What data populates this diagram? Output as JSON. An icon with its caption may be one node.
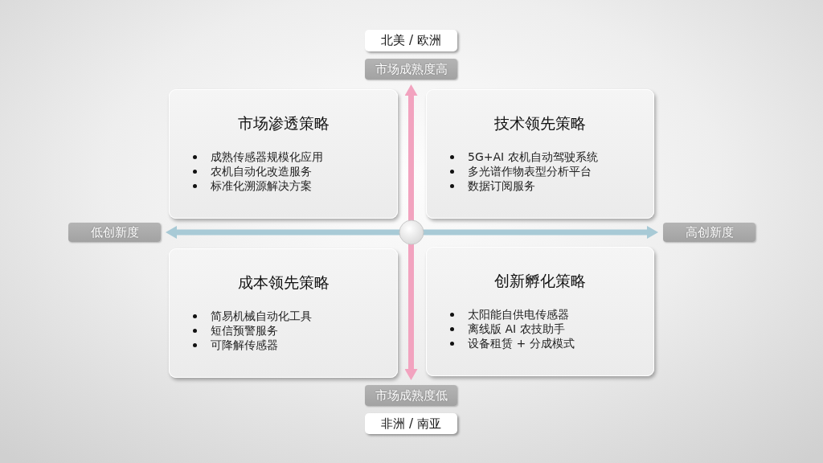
{
  "diagram": {
    "nodes": [
      {
        "text": [
          "北美 / 欧洲"
        ]
      },
      {
        "text": [
          "市场成熟度高"
        ]
      },
      {
        "text": [
          "市场渗透策略",
          "成熟传感器规模化应用",
          "农机自动化改造服务",
          "标准化溯源解决方案"
        ]
      },
      {
        "text": [
          "技术领先策略",
          "5G+AI 农机自动驾驶系统",
          "多光谱作物表型分析平台",
          "数据订阅服务"
        ]
      },
      {
        "text": [
          "低创新度"
        ]
      },
      {
        "text": [
          "高创新度"
        ]
      },
      {
        "text": [
          "成本领先策略",
          "简易机械自动化工具",
          "短信预警服务",
          "可降解传感器"
        ]
      },
      {
        "text": [
          "创新孵化策略",
          "太阳能自供电传感器",
          "离线版 AI 农技助手",
          "设备租赁 + 分成模式"
        ]
      },
      {
        "text": [
          "市场成熟度低"
        ]
      },
      {
        "text": [
          "非洲 / 南亚"
        ]
      }
    ],
    "edges": [
      {
        "from": 1,
        "to": 8,
        "arrow": "both",
        "style": "thick",
        "color": "#f2a3bf"
      },
      {
        "from": 4,
        "to": 5,
        "arrow": "both",
        "style": "thick",
        "color": "#a8cad6"
      }
    ]
  }
}
